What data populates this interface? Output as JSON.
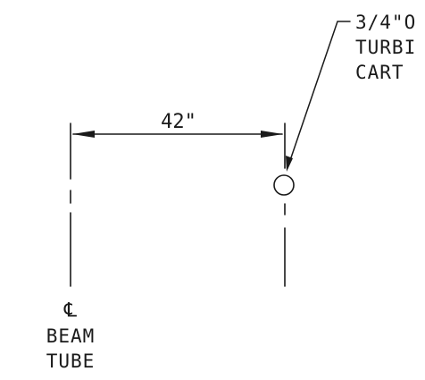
{
  "dimension": {
    "value": "42\""
  },
  "centerline": {
    "symbol": "℄",
    "label_line1": "BEAM",
    "label_line2": "TUBE"
  },
  "callout": {
    "line1": "3/4\"O",
    "line2": "TURBI",
    "line3": "CART"
  },
  "colors": {
    "ink": "#1a1a1a",
    "paper": "#ffffff"
  }
}
